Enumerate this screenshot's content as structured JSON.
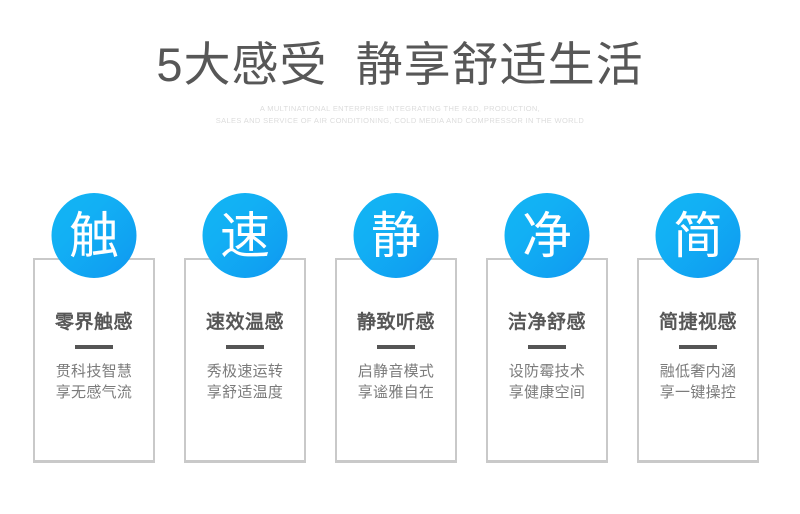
{
  "header": {
    "title": "5大感受  静享舒适生活",
    "subtitle_line1": "A MULTINATIONAL ENTERPRISE INTEGRATING THE R&D, PRODUCTION,",
    "subtitle_line2": "SALES AND SERVICE OF AIR CONDITIONING, COLD MEDIA AND COMPRESSOR IN THE WORLD"
  },
  "colors": {
    "background": "#ffffff",
    "badge_gradient_start": "#13b5f5",
    "badge_gradient_end": "#0e96f0",
    "title_text": "#575757",
    "body_text": "#7b7b7b",
    "card_border": "#c9c9c9",
    "rule": "#555555",
    "subtitle_text": "#dcdcdc"
  },
  "cards": [
    {
      "badge": "触",
      "title": "零界触感",
      "body_line1": "贯科技智慧",
      "body_line2": "享无感气流"
    },
    {
      "badge": "速",
      "title": "速效温感",
      "body_line1": "秀极速运转",
      "body_line2": "享舒适温度"
    },
    {
      "badge": "静",
      "title": "静致听感",
      "body_line1": "启静音模式",
      "body_line2": "享谧雅自在"
    },
    {
      "badge": "净",
      "title": "洁净舒感",
      "body_line1": "设防霉技术",
      "body_line2": "享健康空间"
    },
    {
      "badge": "简",
      "title": "简捷视感",
      "body_line1": "融低奢内涵",
      "body_line2": "享一键操控"
    }
  ]
}
